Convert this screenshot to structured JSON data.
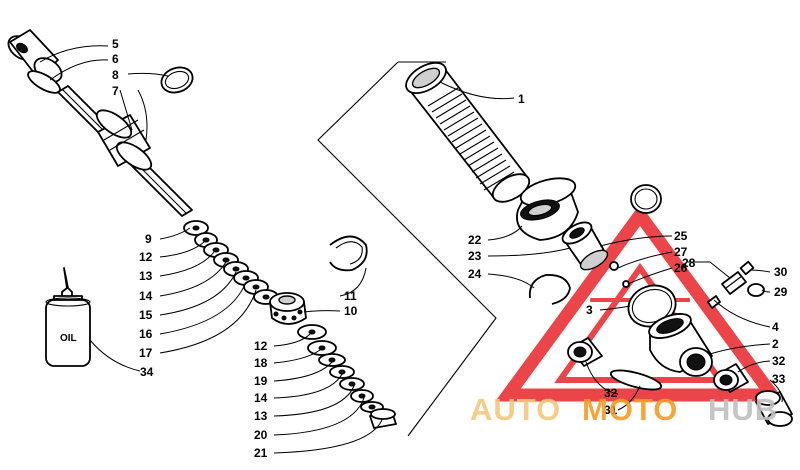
{
  "labels": {
    "l1": "1",
    "l2": "2",
    "l3": "3",
    "l4": "4",
    "l5": "5",
    "l6": "6",
    "l7": "7",
    "l8": "8",
    "l9": "9",
    "l10": "10",
    "l11": "11",
    "l12a": "12",
    "l12b": "12",
    "l13a": "13",
    "l13b": "13",
    "l14a": "14",
    "l14b": "14",
    "l15": "15",
    "l16": "16",
    "l17": "17",
    "l18": "18",
    "l19": "19",
    "l20": "20",
    "l21": "21",
    "l22": "22",
    "l23": "23",
    "l24": "24",
    "l25": "25",
    "l26": "26",
    "l27": "27",
    "l28": "28",
    "l29": "29",
    "l30": "30",
    "l31": "31",
    "l32a": "32",
    "l32b": "32",
    "l33": "33",
    "l34": "34"
  },
  "oil_bottle": {
    "label": "OIL"
  },
  "watermark": {
    "part1": "AUTO",
    "part2": "MOTO",
    "part3": "HUB",
    "color_grey": "#f4c77e",
    "color_orange": "#f39c28",
    "color_red": "#e8242a"
  }
}
